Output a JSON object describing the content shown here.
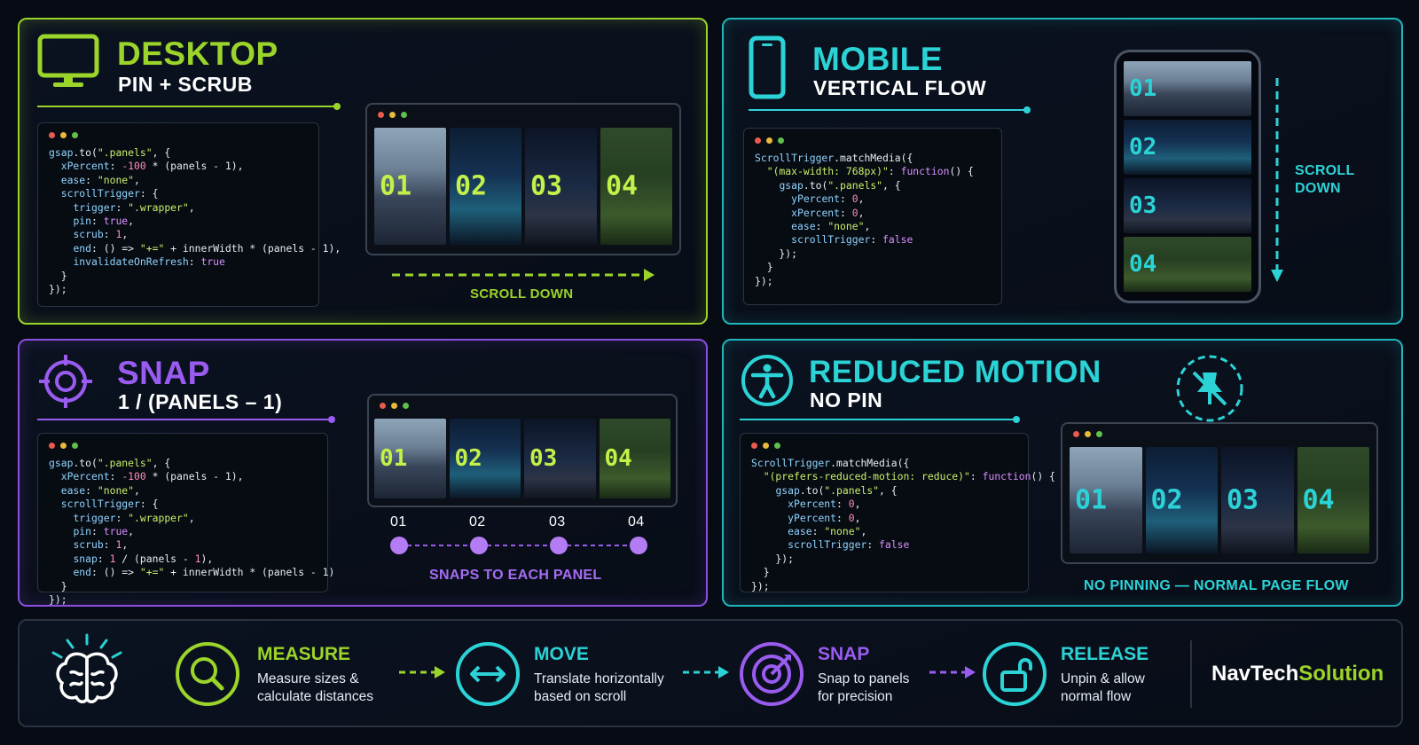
{
  "colors": {
    "lime": "#9bd42a",
    "cyan": "#2cd3d6",
    "purple": "#9a5cf0",
    "bg": "#070b14"
  },
  "desktop": {
    "icon": "monitor-icon",
    "title": "DESKTOP",
    "subtitle": "PIN + SCRUB",
    "panels": [
      "01",
      "02",
      "03",
      "04"
    ],
    "caption": "SCROLL DOWN"
  },
  "mobile": {
    "icon": "smartphone-icon",
    "title": "MOBILE",
    "subtitle": "VERTICAL FLOW",
    "panels": [
      "01",
      "02",
      "03",
      "04"
    ],
    "caption_line1": "SCROLL",
    "caption_line2": "DOWN"
  },
  "snap": {
    "icon": "target-icon",
    "title": "SNAP",
    "subtitle": "1 / (PANELS – 1)",
    "panels": [
      "01",
      "02",
      "03",
      "04"
    ],
    "steps": [
      "01",
      "02",
      "03",
      "04"
    ],
    "caption": "SNAPS TO EACH PANEL"
  },
  "reduced": {
    "icon": "accessibility-icon",
    "badge_icon": "no-pin-icon",
    "title": "REDUCED MOTION",
    "subtitle": "NO PIN",
    "panels": [
      "01",
      "02",
      "03",
      "04"
    ],
    "caption": "NO PINNING — NORMAL PAGE FLOW"
  },
  "flow": {
    "brain_icon": "brain-icon",
    "steps": [
      {
        "icon": "magnifier-icon",
        "title": "MEASURE",
        "line1": "Measure sizes &",
        "line2": "calculate distances"
      },
      {
        "icon": "horizontal-arrows-icon",
        "title": "MOVE",
        "line1": "Translate horizontally",
        "line2": "based on scroll"
      },
      {
        "icon": "target-icon",
        "title": "SNAP",
        "line1": "Snap to panels",
        "line2": "for precision"
      },
      {
        "icon": "unlock-icon",
        "title": "RELEASE",
        "line1": "Unpin & allow",
        "line2": "normal flow"
      }
    ],
    "brand_part1": "NavTech",
    "brand_part2": "Solution"
  }
}
